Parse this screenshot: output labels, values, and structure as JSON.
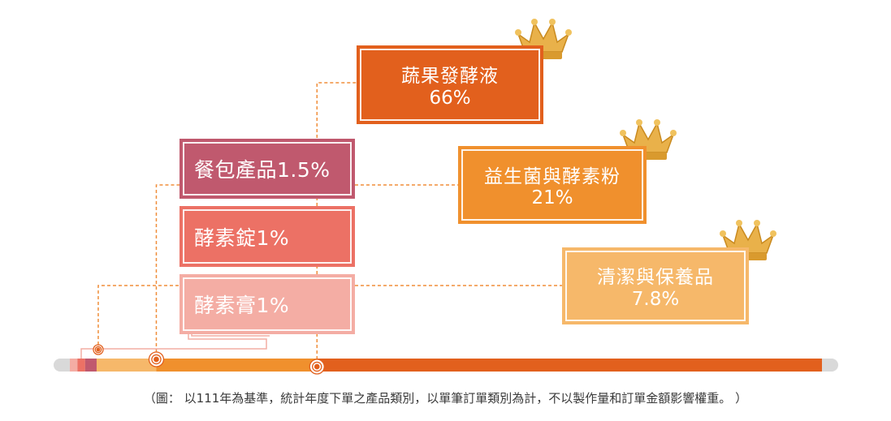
{
  "chart_data": {
    "type": "bar",
    "orientation": "horizontal-stacked",
    "unit": "%",
    "categories": [
      "蔬果發酵液",
      "益生菌與酵素粉",
      "清潔與保養品",
      "餐包產品",
      "酵素錠",
      "酵素膏"
    ],
    "values": [
      66,
      21,
      7.8,
      1.5,
      1,
      1
    ],
    "labels": [
      "蔬果發酵液 66%",
      "益生菌與酵素粉 21%",
      "清潔與保養品 7.8%",
      "餐包產品1.5%",
      "酵素錠1%",
      "酵素膏1%"
    ],
    "top_three_marked_with_crown": [
      "蔬果發酵液",
      "益生菌與酵素粉",
      "清潔與保養品"
    ]
  },
  "cards": {
    "fermented": {
      "name": "蔬果發酵液",
      "pct": "66%"
    },
    "probiotic": {
      "name": "益生菌與酵素粉",
      "pct": "21%"
    },
    "cleaning": {
      "name": "清潔與保養品",
      "pct": "7.8%"
    },
    "meal": {
      "label": "餐包產品1.5%"
    },
    "tablet": {
      "label": "酵素錠1%"
    },
    "paste": {
      "label": "酵素膏1%"
    }
  },
  "caption": "（圖： 以111年為基準，統計年度下單之產品類別，以單筆訂單類別為計，不以製作量和訂單金額影響權重。 ）",
  "colors": {
    "fermented": "#E2601D",
    "probiotic": "#F0902D",
    "cleaning": "#F6B86A",
    "meal": "#C0596E",
    "tablet": "#EC7165",
    "paste": "#F4ADA4",
    "crown": "#E9B14A",
    "track": "#D9D9D9",
    "line": "#F08E3A"
  }
}
